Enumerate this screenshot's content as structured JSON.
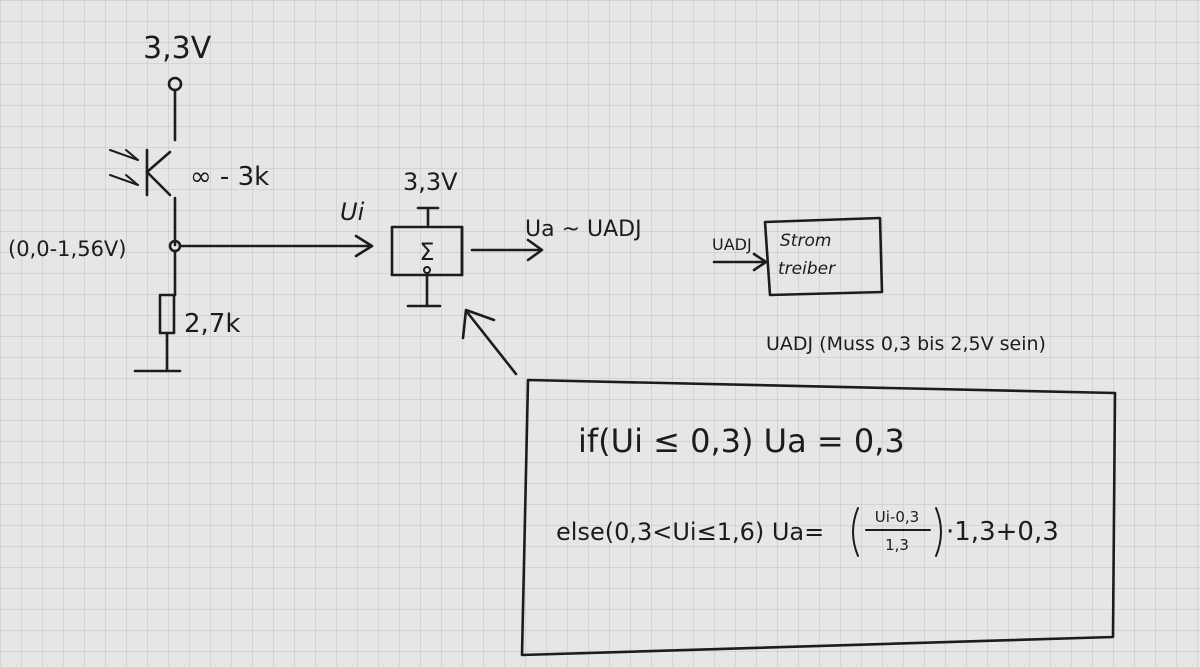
{
  "supply_top": "3,3V",
  "ldr_label": "∞ - 3k",
  "divider_node": "(0,0-1,56V)",
  "resistor_label": "2,7k",
  "ic": {
    "supply": "3,3V",
    "symbol": "Σ",
    "input_label": "Ui",
    "output_label": "Ua ~ UADJ"
  },
  "driver": {
    "input_label": "UADJ",
    "line1": "Strom",
    "line2": "treiber"
  },
  "constraint_note": "UADJ (Muss 0,3 bis 2,5V sein)",
  "formula_box": {
    "line1": "if(Ui ≤ 0,3)  Ua = 0,3",
    "line2_prefix": "else(0,3<Ui≤1,6) Ua=",
    "fraction_numerator": "Ui-0,3",
    "fraction_denominator": "1,3",
    "line2_suffix": "·1,3+0,3"
  }
}
